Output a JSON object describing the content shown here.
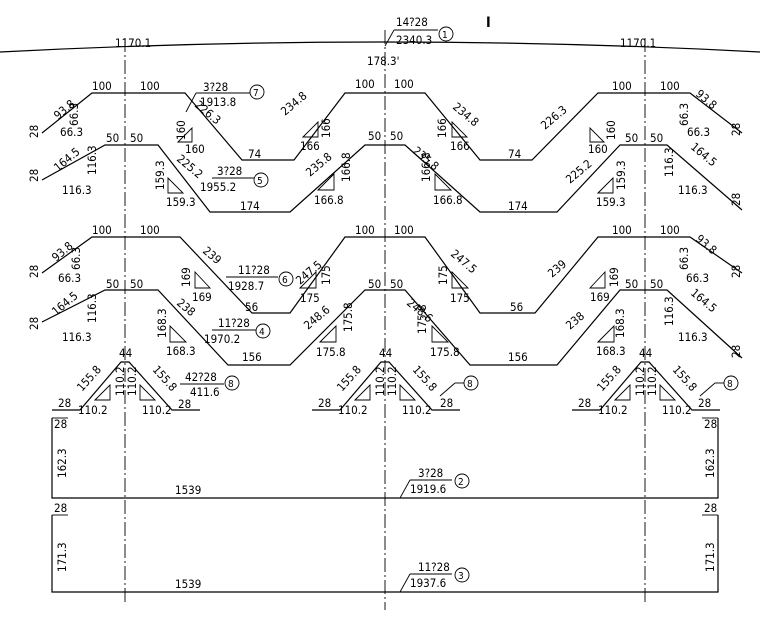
{
  "section_label": "I",
  "top": {
    "left_elev": "1170.1",
    "right_elev": "1170.1",
    "center_spec": "14?28",
    "center_len": "2340.3",
    "center_mark": "1",
    "center_sub": "178.3'"
  },
  "row1": {
    "flat_left": "100",
    "flat_mid": "100",
    "slope_long": "234.8",
    "slope_short": "226.3",
    "leg": "166",
    "leg2": "160",
    "bottom": "74",
    "end_diag": "93.8",
    "end_leg": "66.3",
    "end_tail": "28",
    "spec": "3?28",
    "len": "1913.8",
    "mark": "7"
  },
  "row2": {
    "flat": "50",
    "slope_a": "235.8",
    "slope_b": "225.2",
    "leg_a": "166.8",
    "leg_b": "159.3",
    "bottom": "174",
    "end_diag": "164.5",
    "end_leg": "116.3",
    "end_tail": "28",
    "spec": "3?28",
    "len": "1955.2",
    "mark": "5"
  },
  "row3": {
    "flat": "100",
    "slope_a": "247.5",
    "slope_b": "239",
    "leg_a": "175",
    "leg_b": "169",
    "bottom": "56",
    "end_diag": "93.8",
    "end_leg": "66.3",
    "end_tail": "28",
    "spec": "11?28",
    "len": "1928.7",
    "mark": "6"
  },
  "row4": {
    "flat": "50",
    "slope_a": "248.6",
    "slope_b": "238",
    "leg_a": "175.8",
    "leg_b": "168.3",
    "bottom": "156",
    "end_diag": "164.5",
    "end_leg": "116.3",
    "end_tail": "28",
    "spec": "11?28",
    "len": "1970.2",
    "mark": "4"
  },
  "row5": {
    "top": "44",
    "slope": "155.8",
    "leg": "110.2",
    "tail": "28",
    "spec": "42?28",
    "len": "411.6",
    "mark": "8"
  },
  "bar2": {
    "height": "162.3",
    "tail": "28",
    "length": "1539",
    "spec": "3?28",
    "len": "1919.6",
    "mark": "2"
  },
  "bar3": {
    "height": "171.3",
    "tail": "28",
    "length": "1539",
    "spec": "11?28",
    "len": "1937.6",
    "mark": "3"
  }
}
